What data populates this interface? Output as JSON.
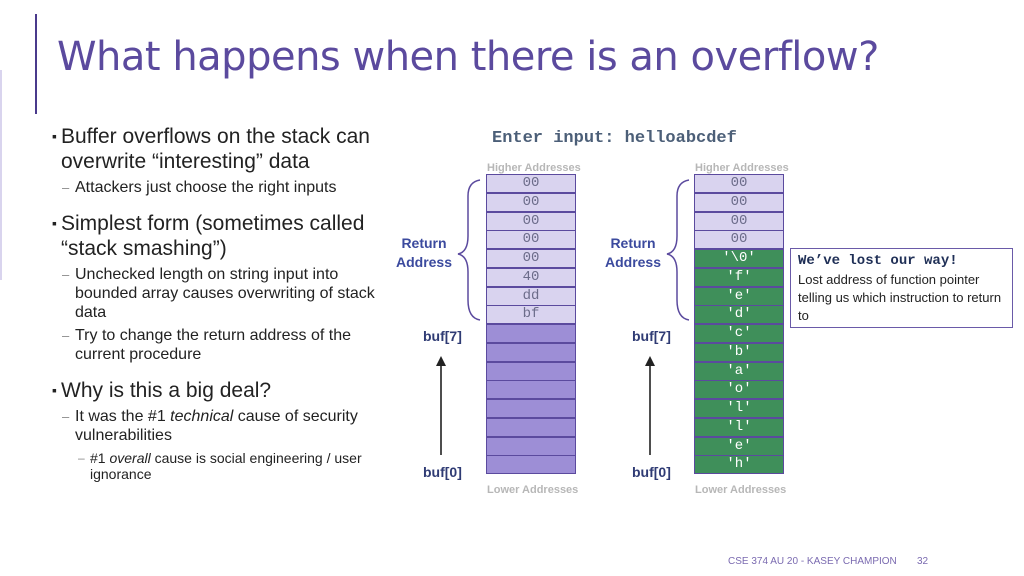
{
  "slide": {
    "title": "What happens when there is an overflow?",
    "footer": "CSE 374 AU 20 - KASEY CHAMPION",
    "page_number": "32"
  },
  "bullets": {
    "b1": "Buffer overflows on the stack can overwrite “interesting” data",
    "b1_sub1": "Attackers just choose the right inputs",
    "b2": "Simplest form (sometimes called “stack smashing”)",
    "b2_sub1": "Unchecked length on string input into bounded array causes overwriting of stack data",
    "b2_sub2": "Try to change the return address of the current procedure",
    "b3": "Why is this a big deal?",
    "b3_sub1_pre": "It was the #1 ",
    "b3_sub1_em": "technical",
    "b3_sub1_post": " cause of security vulnerabilities",
    "b3_sub1_sub1_pre": "#1 ",
    "b3_sub1_sub1_em": "overall",
    "b3_sub1_sub1_post": " cause is social engineering / user ignorance"
  },
  "diagram": {
    "input_line": "Enter input: helloabcdef",
    "higher_addresses": "Higher Addresses",
    "lower_addresses": "Lower Addresses",
    "return_address_label": "Return Address",
    "buf_top_label": "buf[7]",
    "buf_bottom_label": "buf[0]",
    "left_stack": [
      "00",
      "00",
      "00",
      "00",
      "00",
      "40",
      "dd",
      "bf",
      "",
      "",
      "",
      "",
      "",
      "",
      "",
      ""
    ],
    "right_stack": [
      "00",
      "00",
      "00",
      "00",
      "'\\0'",
      "'f'",
      "'e'",
      "'d'",
      "'c'",
      "'b'",
      "'a'",
      "'o'",
      "'l'",
      "'l'",
      "'e'",
      "'h'"
    ],
    "colors": {
      "light_cell": "#d9d3ef",
      "buffer_cell": "#9d8ed6",
      "overwritten_cell": "#3f8f5a",
      "accent": "#5b4a9e"
    }
  },
  "callout": {
    "title": "We’ve lost our way!",
    "body": "Lost address of function pointer telling us which instruction to return to"
  }
}
